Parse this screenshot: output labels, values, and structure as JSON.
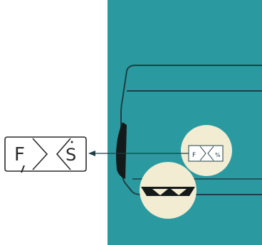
{
  "colors": {
    "background": "#ffffff",
    "panel_teal": "#2a9aa0",
    "panel_edge": "#2f8f96",
    "line_dark": "#1f3e44",
    "knob_black": "#14191a",
    "magnifier_fill": "#f2ecd2",
    "callout_stroke": "#2a2a2a"
  },
  "callout_key": {
    "left_letter": "F",
    "right_letter": "S"
  },
  "small_key": {
    "left_letter": "F",
    "right_letter": "%"
  },
  "icons": [
    "arrow-pointer-icon",
    "chevron-separator-icon",
    "wedge-indicator-icon"
  ]
}
